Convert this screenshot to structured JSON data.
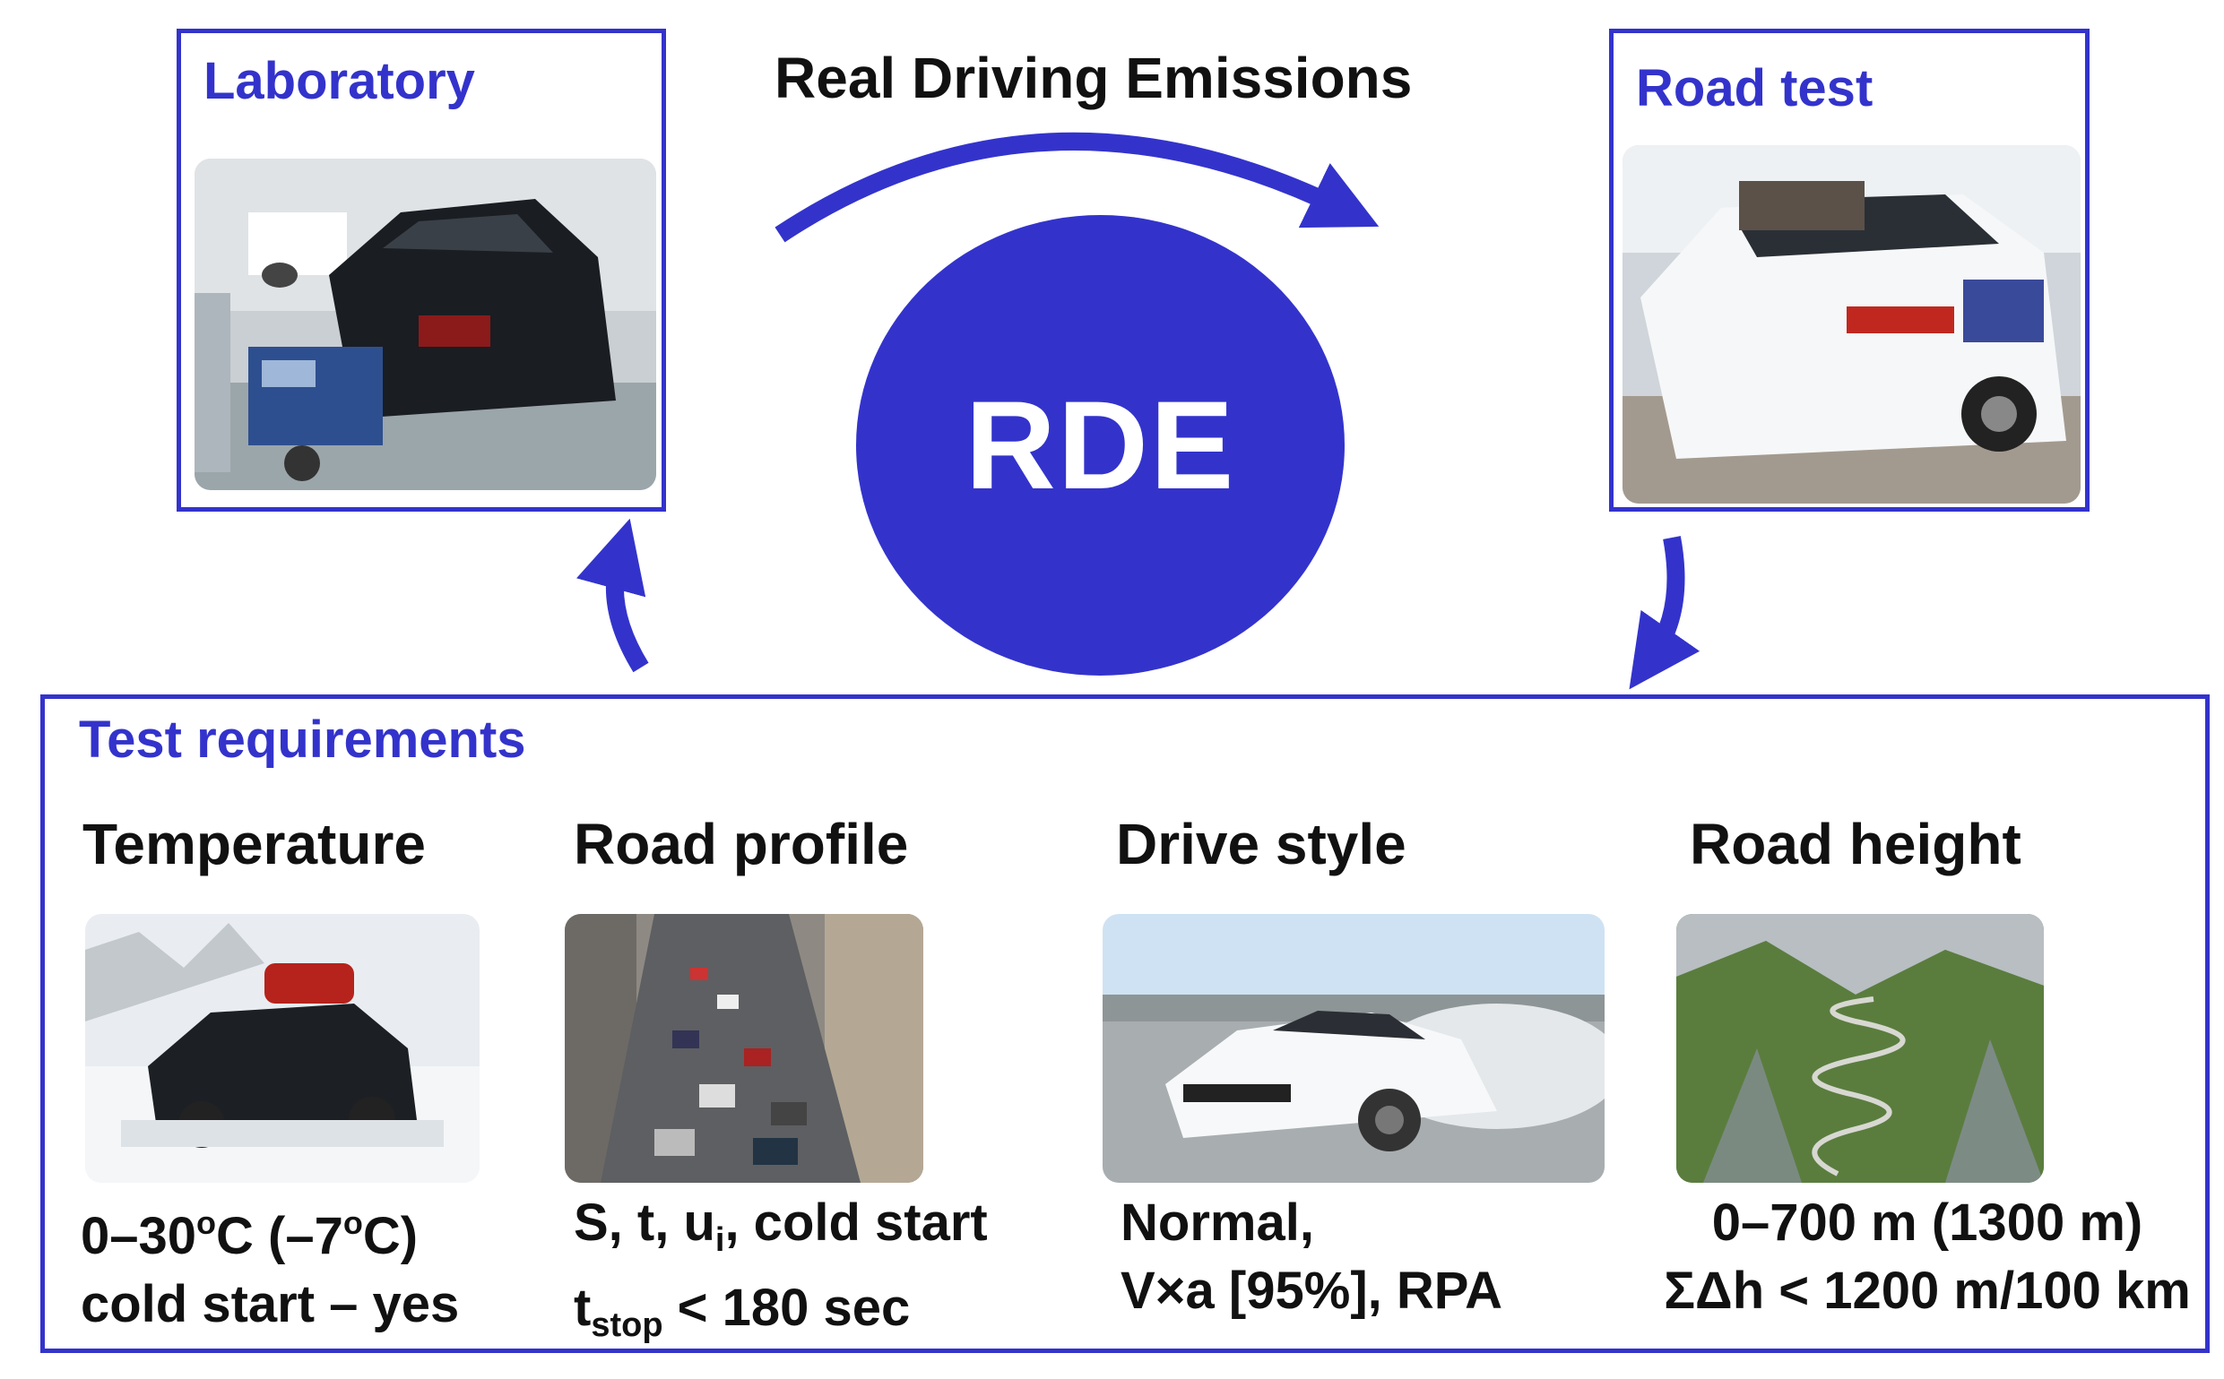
{
  "diagram": {
    "title": "Real Driving Emissions",
    "center_label": "RDE",
    "accent_color": "#3333cc"
  },
  "laboratory": {
    "title": "Laboratory",
    "photo_icon": "dyno-lab-car-photo"
  },
  "road_test": {
    "title": "Road test",
    "photo_icon": "road-test-car-photo"
  },
  "requirements": {
    "title": "Test requirements",
    "items": [
      {
        "heading": "Temperature",
        "line1_a": "0–30",
        "line1_sup1": "o",
        "line1_b": "C (–7",
        "line1_sup2": "o",
        "line1_c": "C)",
        "line2": "cold start – yes",
        "photo_icon": "snow-car-photo"
      },
      {
        "heading": "Road profile",
        "line1_a": "S, t, u",
        "line1_sub": "i",
        "line1_b": ", cold start",
        "line2_a": "t",
        "line2_sub": "stop",
        "line2_b": " < 180 sec",
        "photo_icon": "city-traffic-photo"
      },
      {
        "heading": "Drive style",
        "line1": "Normal,",
        "line2": "V×a [95%], RPA",
        "photo_icon": "sports-car-photo"
      },
      {
        "heading": "Road height",
        "line1": "0–700 m (1300 m)",
        "line2": "ΣΔh < 1200 m/100 km",
        "photo_icon": "mountain-road-photo"
      }
    ]
  }
}
